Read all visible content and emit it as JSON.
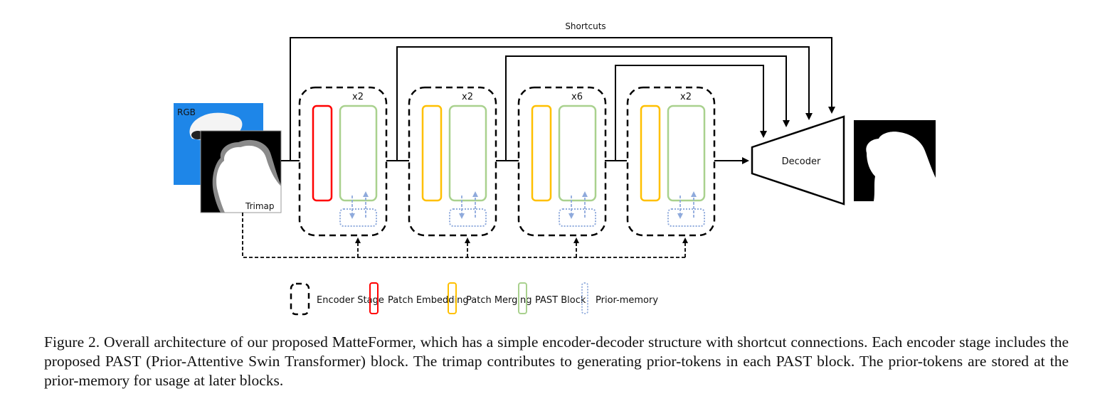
{
  "figure": {
    "shortcuts_label": "Shortcuts",
    "inputs": {
      "rgb_label": "RGB",
      "trimap_label": "Trimap",
      "rgb_bg_color": "#1e86e8",
      "trimap_unknown_color": "#8a8a8a"
    },
    "stages": [
      {
        "repeat_label": "x2",
        "first_block": "Patch Embedding"
      },
      {
        "repeat_label": "x2",
        "first_block": "Patch Merging"
      },
      {
        "repeat_label": "x6",
        "first_block": "Patch Merging"
      },
      {
        "repeat_label": "x2",
        "first_block": "Patch Merging"
      }
    ],
    "decoder_label": "Decoder",
    "colors": {
      "patch_embedding": "#ff0000",
      "patch_merging": "#ffc000",
      "past_block": "#a9d18e",
      "prior_memory": "#8faadc",
      "line": "#000000"
    },
    "legend": [
      {
        "key": "encoder-stage",
        "label": "Encoder Stage"
      },
      {
        "key": "patch-embedding",
        "label": "Patch Embedding"
      },
      {
        "key": "patch-merging",
        "label": "Patch Merging"
      },
      {
        "key": "past-block",
        "label": "PAST Block"
      },
      {
        "key": "prior-memory",
        "label": "Prior-memory"
      }
    ]
  },
  "caption": "Figure 2. Overall architecture of our proposed MatteFormer, which has a simple encoder-decoder structure with shortcut connections. Each encoder stage includes the proposed PAST (Prior-Attentive Swin Transformer) block. The trimap contributes to generating prior-tokens in each PAST block. The prior-tokens are stored at the prior-memory for usage at later blocks."
}
